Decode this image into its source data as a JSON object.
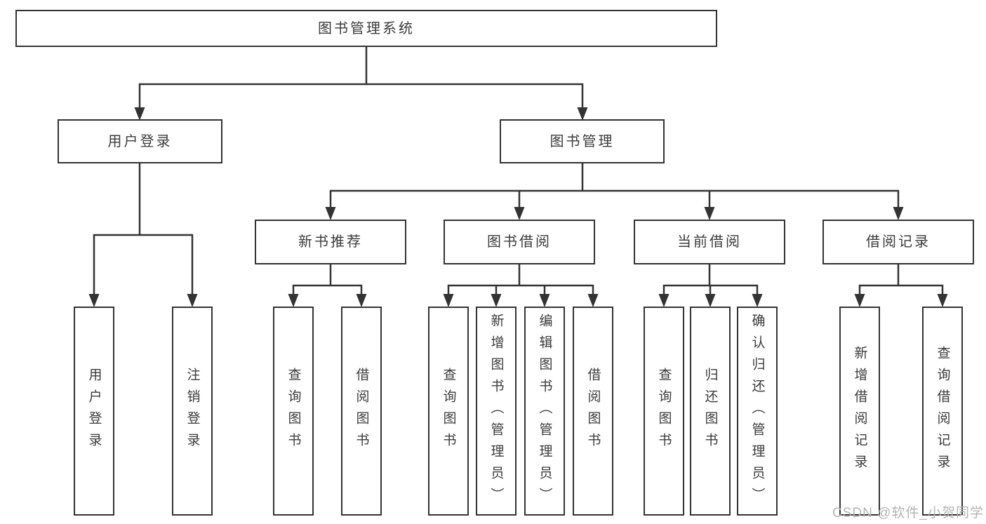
{
  "diagram": {
    "root": "图书管理系统",
    "level2": {
      "user_login": "用户登录",
      "book_management": "图书管理"
    },
    "level3": {
      "new_book_recommend": "新书推荐",
      "book_borrowing": "图书借阅",
      "current_borrowing": "当前借阅",
      "borrowing_records": "借阅记录"
    },
    "leaves": {
      "user_login": "用户登录",
      "logout": "注销登录",
      "recommend_query_books": "查询图书",
      "recommend_borrow_books": "借阅图书",
      "borrowing_query_books": "查询图书",
      "borrowing_add_books_admin": "新增图书（管理员）",
      "borrowing_edit_books_admin": "编辑图书（管理员）",
      "borrowing_borrow_books": "借阅图书",
      "current_query_books": "查询图书",
      "current_return_books": "归还图书",
      "current_confirm_return_admin": "确认归还（管理员）",
      "records_add_record": "新增借阅记录",
      "records_query_record": "查询借阅记录"
    }
  },
  "watermark": "CSDN @软件_小贺同学",
  "colors": {
    "line": "#333333",
    "text": "#3b3b3b",
    "watermark": "#b4b4b4",
    "background": "#ffffff"
  }
}
